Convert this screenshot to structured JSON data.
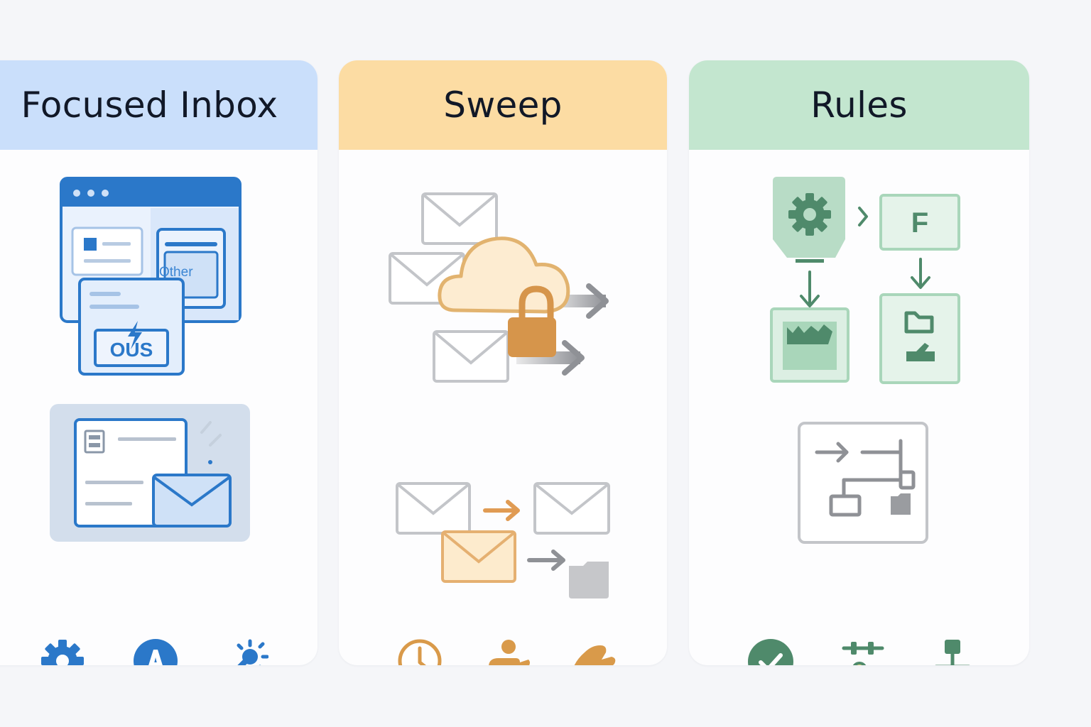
{
  "cards": [
    {
      "title": "Focused Inbox",
      "accent": "#2b78c9",
      "header_color": "#cadffb",
      "illustration": {
        "other_label": "Other",
        "focused_label": "OUS"
      },
      "icons": [
        "gear-icon",
        "letter-a-icon",
        "magic-wand-icon"
      ]
    },
    {
      "title": "Sweep",
      "accent": "#d99a4a",
      "header_color": "#fcdca3",
      "icons": [
        "clock-icon",
        "person-hand-icon",
        "hand-icon"
      ]
    },
    {
      "title": "Rules",
      "accent": "#4f8a6b",
      "header_color": "#c3e6cf",
      "illustration": {
        "folder_label": "F"
      },
      "icons": [
        "check-circle-icon",
        "sliders-icon",
        "org-chart-icon"
      ]
    }
  ]
}
